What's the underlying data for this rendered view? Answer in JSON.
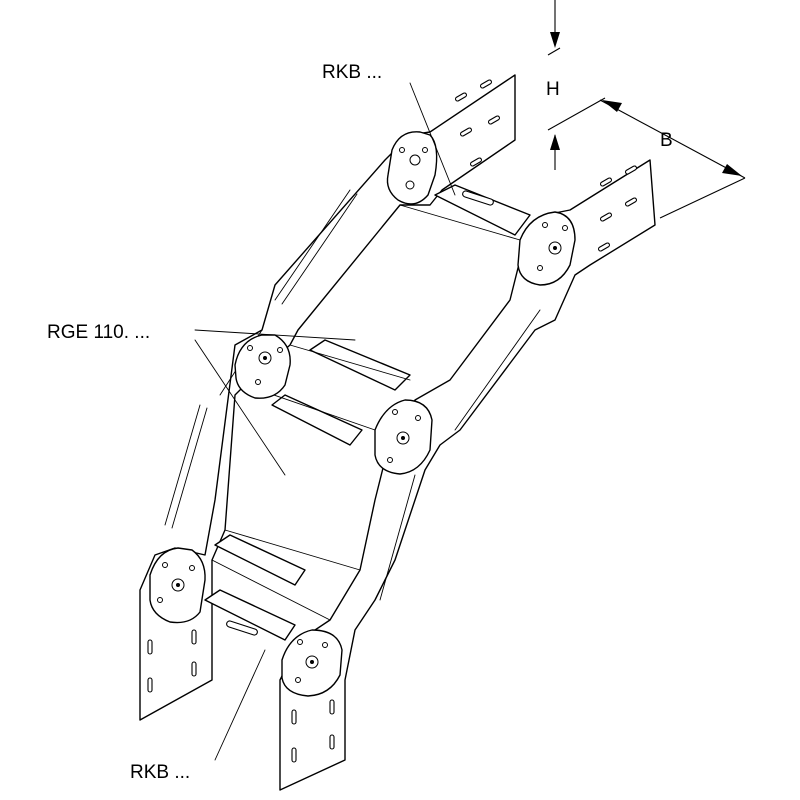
{
  "labels": {
    "rkb_top": "RKB ...",
    "rge": "RGE 110. ...",
    "rkb_bottom": "RKB ...",
    "height": "H",
    "width": "B"
  }
}
